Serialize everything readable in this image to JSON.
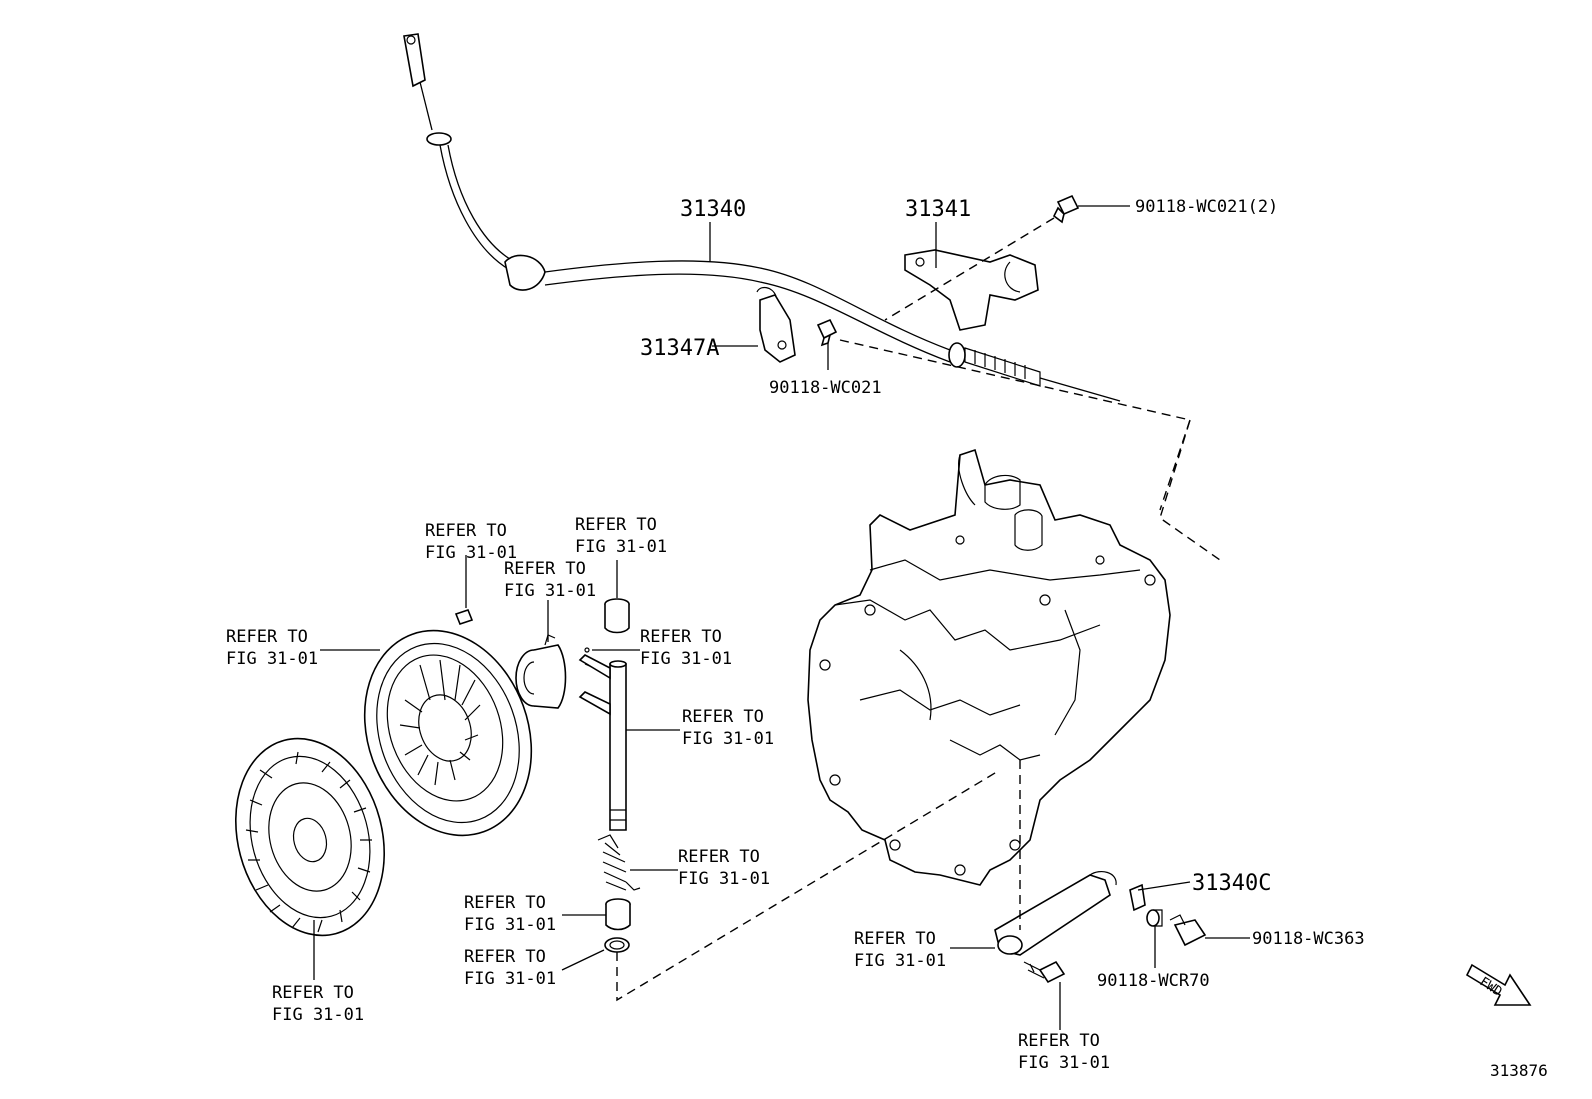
{
  "labels": {
    "cable": "31340",
    "bracket": "31341",
    "clamp": "31347A",
    "bolt_top": "90118-WC021(2)",
    "bolt_clamp": "90118-WC021",
    "lever": "31340C",
    "bolt_lever": "90118-WC363",
    "bushing": "90118-WCR70",
    "figure_no": "313876",
    "fwd": "FWD"
  },
  "refer_line1": "REFER TO",
  "refer_line2": "FIG 31-01"
}
